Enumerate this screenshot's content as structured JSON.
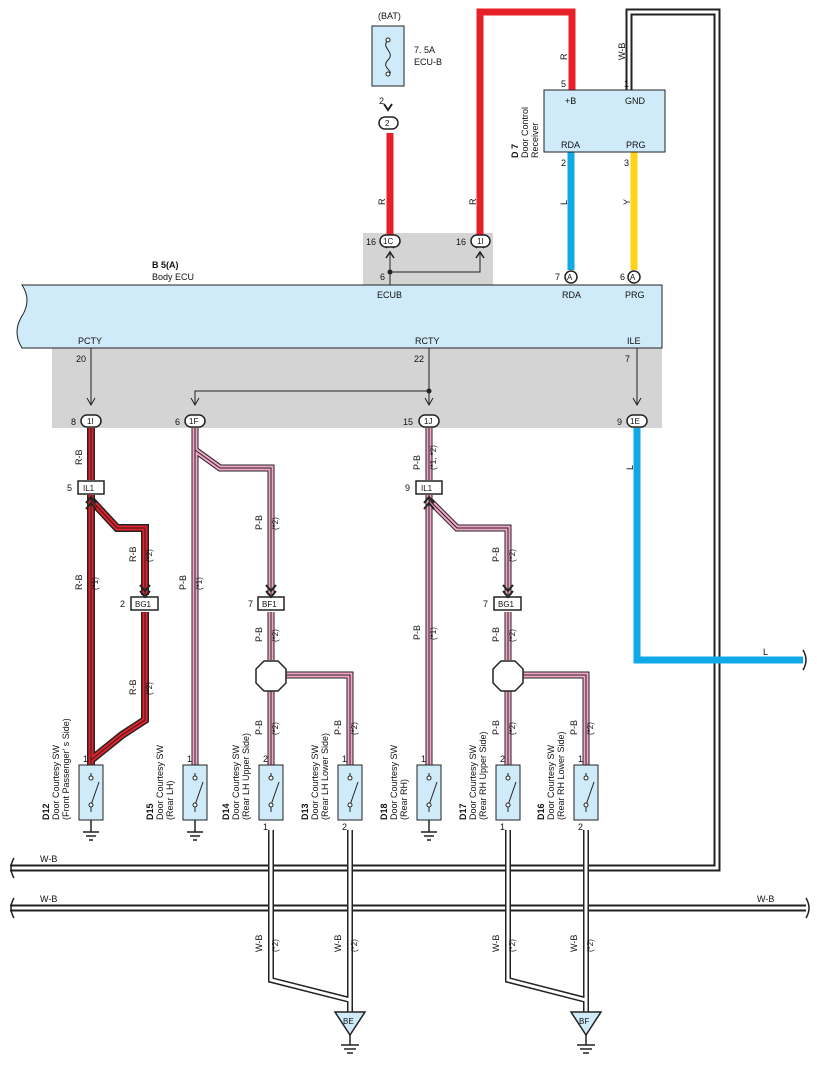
{
  "top": {
    "bat": "(BAT)",
    "fuse_rating": "7. 5A",
    "fuse_name": "ECU-B",
    "fuse_pin": "2",
    "fuse_connector": "2"
  },
  "receiver": {
    "code": "D 7",
    "name1": "Door Control",
    "name2": "Receiver",
    "term_b": "+B",
    "term_gnd": "GND",
    "term_rda": "RDA",
    "term_prg": "PRG",
    "pin_b": "5",
    "pin_gnd": "1",
    "pin_rda": "2",
    "pin_prg": "3",
    "wire_b": "R",
    "wire_gnd": "W-B",
    "wire_rda": "L",
    "wire_prg": "Y"
  },
  "ecu": {
    "code": "B 5(A)",
    "name": "Body ECU",
    "term_ecub": "ECUB",
    "term_rda": "RDA",
    "term_prg": "PRG",
    "term_pcty": "PCTY",
    "term_rcty": "RCTY",
    "term_ile": "ILE",
    "pin_ecub": "6",
    "pin_rda": "7",
    "pin_prg": "6",
    "pin_pcty": "20",
    "pin_rcty": "22",
    "pin_ile": "7",
    "conn_a": "A"
  },
  "junctions": {
    "j1c": "1C",
    "j1i_top": "1I",
    "j1c_pin": "16",
    "j1i_top_pin": "16",
    "j1i": "1I",
    "j1i_pin": "8",
    "j1f": "1F",
    "j1f_pin": "6",
    "j1j": "1J",
    "j1j_pin": "15",
    "j1e": "1E",
    "j1e_pin": "9"
  },
  "wires": {
    "r": "R",
    "rb": "R-B",
    "pb": "P-B",
    "wb": "W-B",
    "l": "L",
    "n1": "(*1)",
    "n2": "(*2)",
    "n12": "(*1, *2)"
  },
  "connectors": {
    "il1": "IL1",
    "il1_pin_a": "5",
    "il1_pin_b": "9",
    "bg1": "BG1",
    "bg1_pin": "2",
    "bg1_pin_b": "7",
    "bf1": "BF1",
    "bf1_pin": "7"
  },
  "switches": [
    {
      "code": "D12",
      "line1": "Door Courtesy SW",
      "line2": "(Front Passenger' s Side)",
      "pin": "1"
    },
    {
      "code": "D15",
      "line1": "Door Courtesy SW",
      "line2": "(Rear LH)",
      "pin": "1"
    },
    {
      "code": "D14",
      "line1": "Door Courtesy SW",
      "line2": "(Rear LH Upper Side)",
      "pin": "2",
      "pin_b": "1"
    },
    {
      "code": "D13",
      "line1": "Door Courtesy SW",
      "line2": "(Rear LH Lower Side)",
      "pin": "1",
      "pin_b": "2"
    },
    {
      "code": "D18",
      "line1": "Door Courtesy SW",
      "line2": "(Rear RH)",
      "pin": "1"
    },
    {
      "code": "D17",
      "line1": "Door Courtesy SW",
      "line2": "(Rear RH Upper Side)",
      "pin": "2",
      "pin_b": "1"
    },
    {
      "code": "D16",
      "line1": "Door Courtesy SW",
      "line2": "(Rear RH Lower Side)",
      "pin": "1",
      "pin_b": "2"
    }
  ],
  "grounds": {
    "be": "BE",
    "bf": "BF"
  },
  "colors": {
    "red": "#e8202a",
    "pink": "#f4a6c8",
    "blue": "#10a8e6",
    "yellow": "#ffd318",
    "box": "#cfeaf8",
    "shade": "#d4d4d4"
  }
}
